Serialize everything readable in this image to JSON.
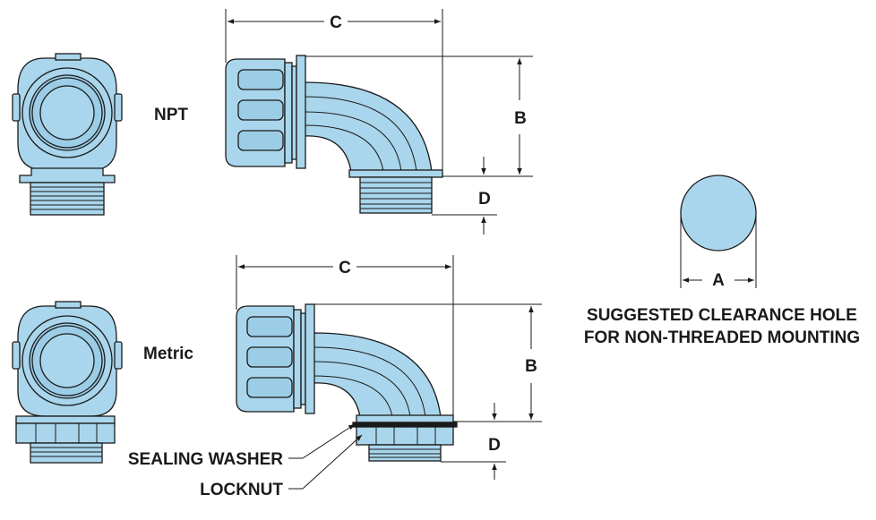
{
  "labels": {
    "npt": "NPT",
    "metric": "Metric",
    "sealing_washer": "SEALING WASHER",
    "locknut": "LOCKNUT"
  },
  "dimensions": {
    "a": "A",
    "b": "B",
    "c": "C",
    "d": "D"
  },
  "note": {
    "line1": "SUGGESTED CLEARANCE HOLE",
    "line2": "FOR NON-THREADED MOUNTING"
  },
  "colors": {
    "fitting_fill": "#a9d6ec",
    "fitting_shade": "#8cc3de",
    "outline": "#1a1a1a"
  }
}
